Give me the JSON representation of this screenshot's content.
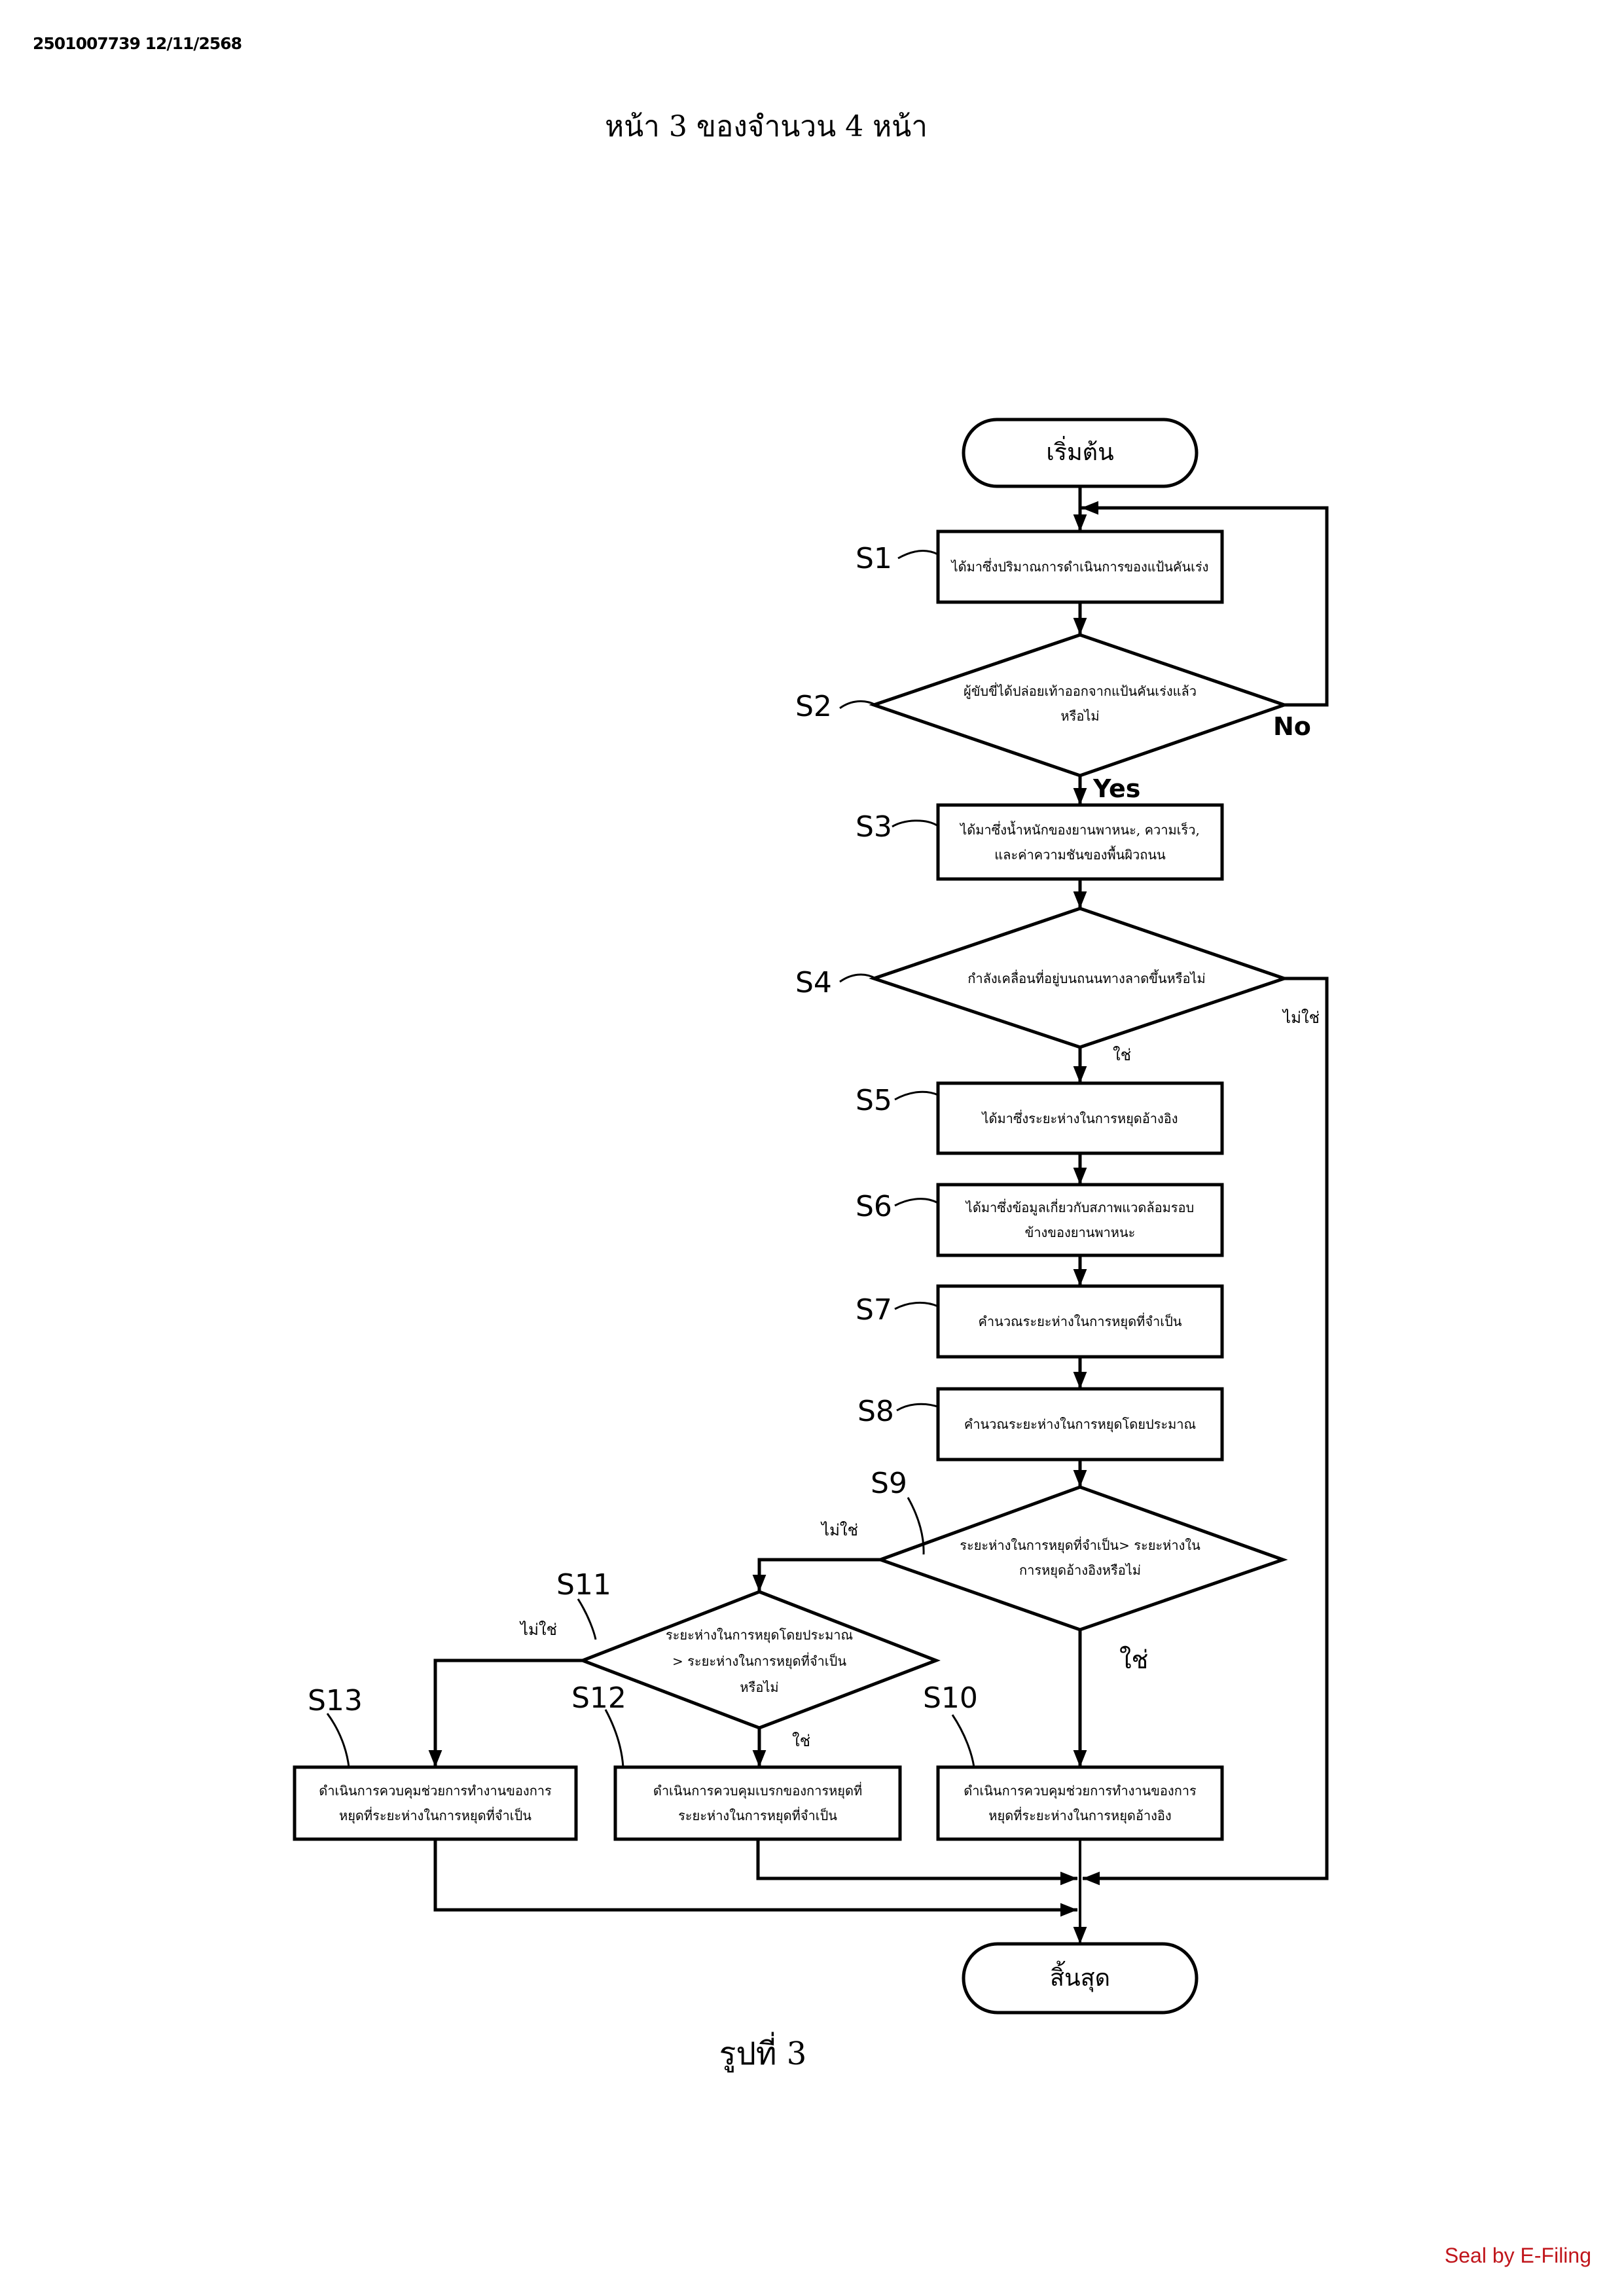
{
  "document": {
    "doc_id": "2501007739 12/11/2568",
    "page_header": "หน้า 3 ของจำนวน 4 หน้า",
    "figure_caption": "รูปที่ 3",
    "seal": "Seal by E-Filing",
    "seal_color": "#c0151b"
  },
  "flowchart": {
    "start": "เริ่มต้น",
    "end": "สิ้นสุด",
    "steps": {
      "S1": {
        "label": "S1",
        "text": "ได้มาซึ่งปริมาณการดำเนินการของแป้นคันเร่ง"
      },
      "S2": {
        "label": "S2",
        "text": "ผู้ขับขี่ได้ปล่อยเท้าออกจากแป้นคันเร่งแล้ว หรือไม่"
      },
      "S3": {
        "label": "S3",
        "text": "ได้มาซึ่งน้ำหนักของยานพาหนะ, ความเร็ว, และค่าความชันของพื้นผิวถนน"
      },
      "S4": {
        "label": "S4",
        "text": "กำลังเคลื่อนที่อยู่บนถนนทางลาดขึ้นหรือไม่"
      },
      "S5": {
        "label": "S5",
        "text": "ได้มาซึ่งระยะห่างในการหยุดอ้างอิง"
      },
      "S6": {
        "label": "S6",
        "text": "ได้มาซึ่งข้อมูลเกี่ยวกับสภาพแวดล้อมรอบข้างของยานพาหนะ"
      },
      "S7": {
        "label": "S7",
        "text": "คำนวณระยะห่างในการหยุดที่จำเป็น"
      },
      "S8": {
        "label": "S8",
        "text": "คำนวณระยะห่างในการหยุดโดยประมาณ"
      },
      "S9": {
        "label": "S9",
        "text": "ระยะห่างในการหยุดที่จำเป็น> ระยะห่างในการหยุดอ้างอิงหรือไม่"
      },
      "S10": {
        "label": "S10",
        "text": "ดำเนินการควบคุมช่วยการทำงานของการหยุดที่ระยะห่างในการหยุดอ้างอิง"
      },
      "S11": {
        "label": "S11",
        "text": "ระยะห่างในการหยุดโดยประมาณ > ระยะห่างในการหยุดที่จำเป็น หรือไม่"
      },
      "S12": {
        "label": "S12",
        "text": "ดำเนินการควบคุมเบรกของการหยุดที่ระยะห่างในการหยุดที่จำเป็น"
      },
      "S13": {
        "label": "S13",
        "text": "ดำเนินการควบคุมช่วยการทำงานของการหยุดที่ระยะห่างในการหยุดที่จำเป็น"
      }
    },
    "branches": {
      "s2_no": "No",
      "s2_yes": "Yes",
      "s4_no": "ไม่ใช่",
      "s4_yes": "ใช่",
      "s9_no": "ไม่ใช่",
      "s9_yes": "ใช่",
      "s11_no": "ไม่ใช่",
      "s11_yes": "ใช่"
    }
  }
}
